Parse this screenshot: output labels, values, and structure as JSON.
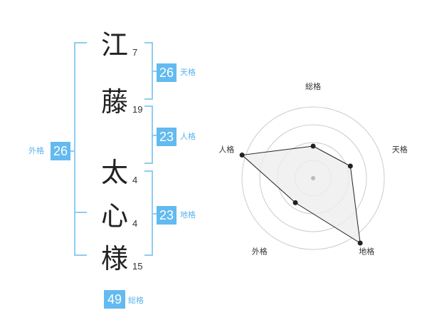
{
  "name": {
    "surname": [
      {
        "char": "江",
        "strokes": "7"
      },
      {
        "char": "藤",
        "strokes": "19"
      }
    ],
    "given": [
      {
        "char": "太",
        "strokes": "4"
      },
      {
        "char": "心",
        "strokes": "4"
      },
      {
        "char": "様",
        "strokes": "15"
      }
    ]
  },
  "fortunes": {
    "tenkaku": {
      "value": "26",
      "label": "天格"
    },
    "jinkaku": {
      "value": "23",
      "label": "人格"
    },
    "chikaku": {
      "value": "23",
      "label": "地格"
    },
    "gaikaku": {
      "value": "26",
      "label": "外格"
    },
    "soukaku": {
      "value": "49",
      "label": "総格"
    }
  },
  "chart_data": {
    "type": "radar",
    "axes": [
      "総格",
      "天格",
      "地格",
      "外格",
      "人格"
    ],
    "values": [
      1.8,
      2.2,
      4.5,
      1.7,
      4.2
    ],
    "rmax": 4,
    "rings": 4,
    "colors": {
      "fill": "#eeeeee",
      "line": "#222222",
      "grid": "#cccccc",
      "center": "#bbbbbb"
    }
  }
}
